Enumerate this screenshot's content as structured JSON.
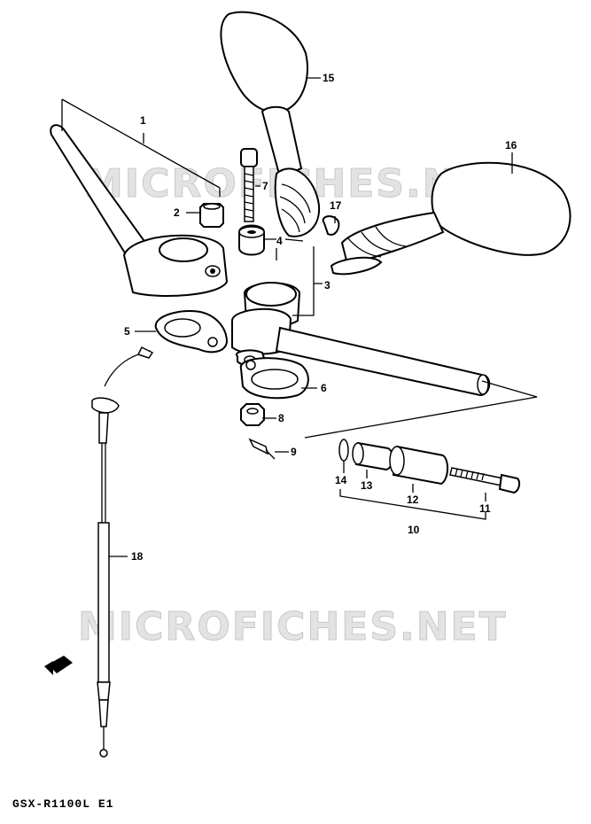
{
  "watermark": [
    "MICROFICHES.NET",
    "MICROFICHES.NET"
  ],
  "model_code": "GSX-R1100L E1",
  "parts": [
    {
      "id": "1",
      "label": "1"
    },
    {
      "id": "2",
      "label": "2"
    },
    {
      "id": "3",
      "label": "3"
    },
    {
      "id": "4",
      "label": "4"
    },
    {
      "id": "5",
      "label": "5"
    },
    {
      "id": "6",
      "label": "6"
    },
    {
      "id": "7",
      "label": "7"
    },
    {
      "id": "8",
      "label": "8"
    },
    {
      "id": "9",
      "label": "9"
    },
    {
      "id": "10",
      "label": "10"
    },
    {
      "id": "11",
      "label": "11"
    },
    {
      "id": "12",
      "label": "12"
    },
    {
      "id": "13",
      "label": "13"
    },
    {
      "id": "14",
      "label": "14"
    },
    {
      "id": "15",
      "label": "15"
    },
    {
      "id": "16",
      "label": "16"
    },
    {
      "id": "17",
      "label": "17"
    },
    {
      "id": "18",
      "label": "18"
    }
  ],
  "colors": {
    "line": "#000000",
    "background": "#ffffff",
    "watermark": "#d9d9d9"
  },
  "icons": [
    "front-direction-arrow-icon"
  ]
}
